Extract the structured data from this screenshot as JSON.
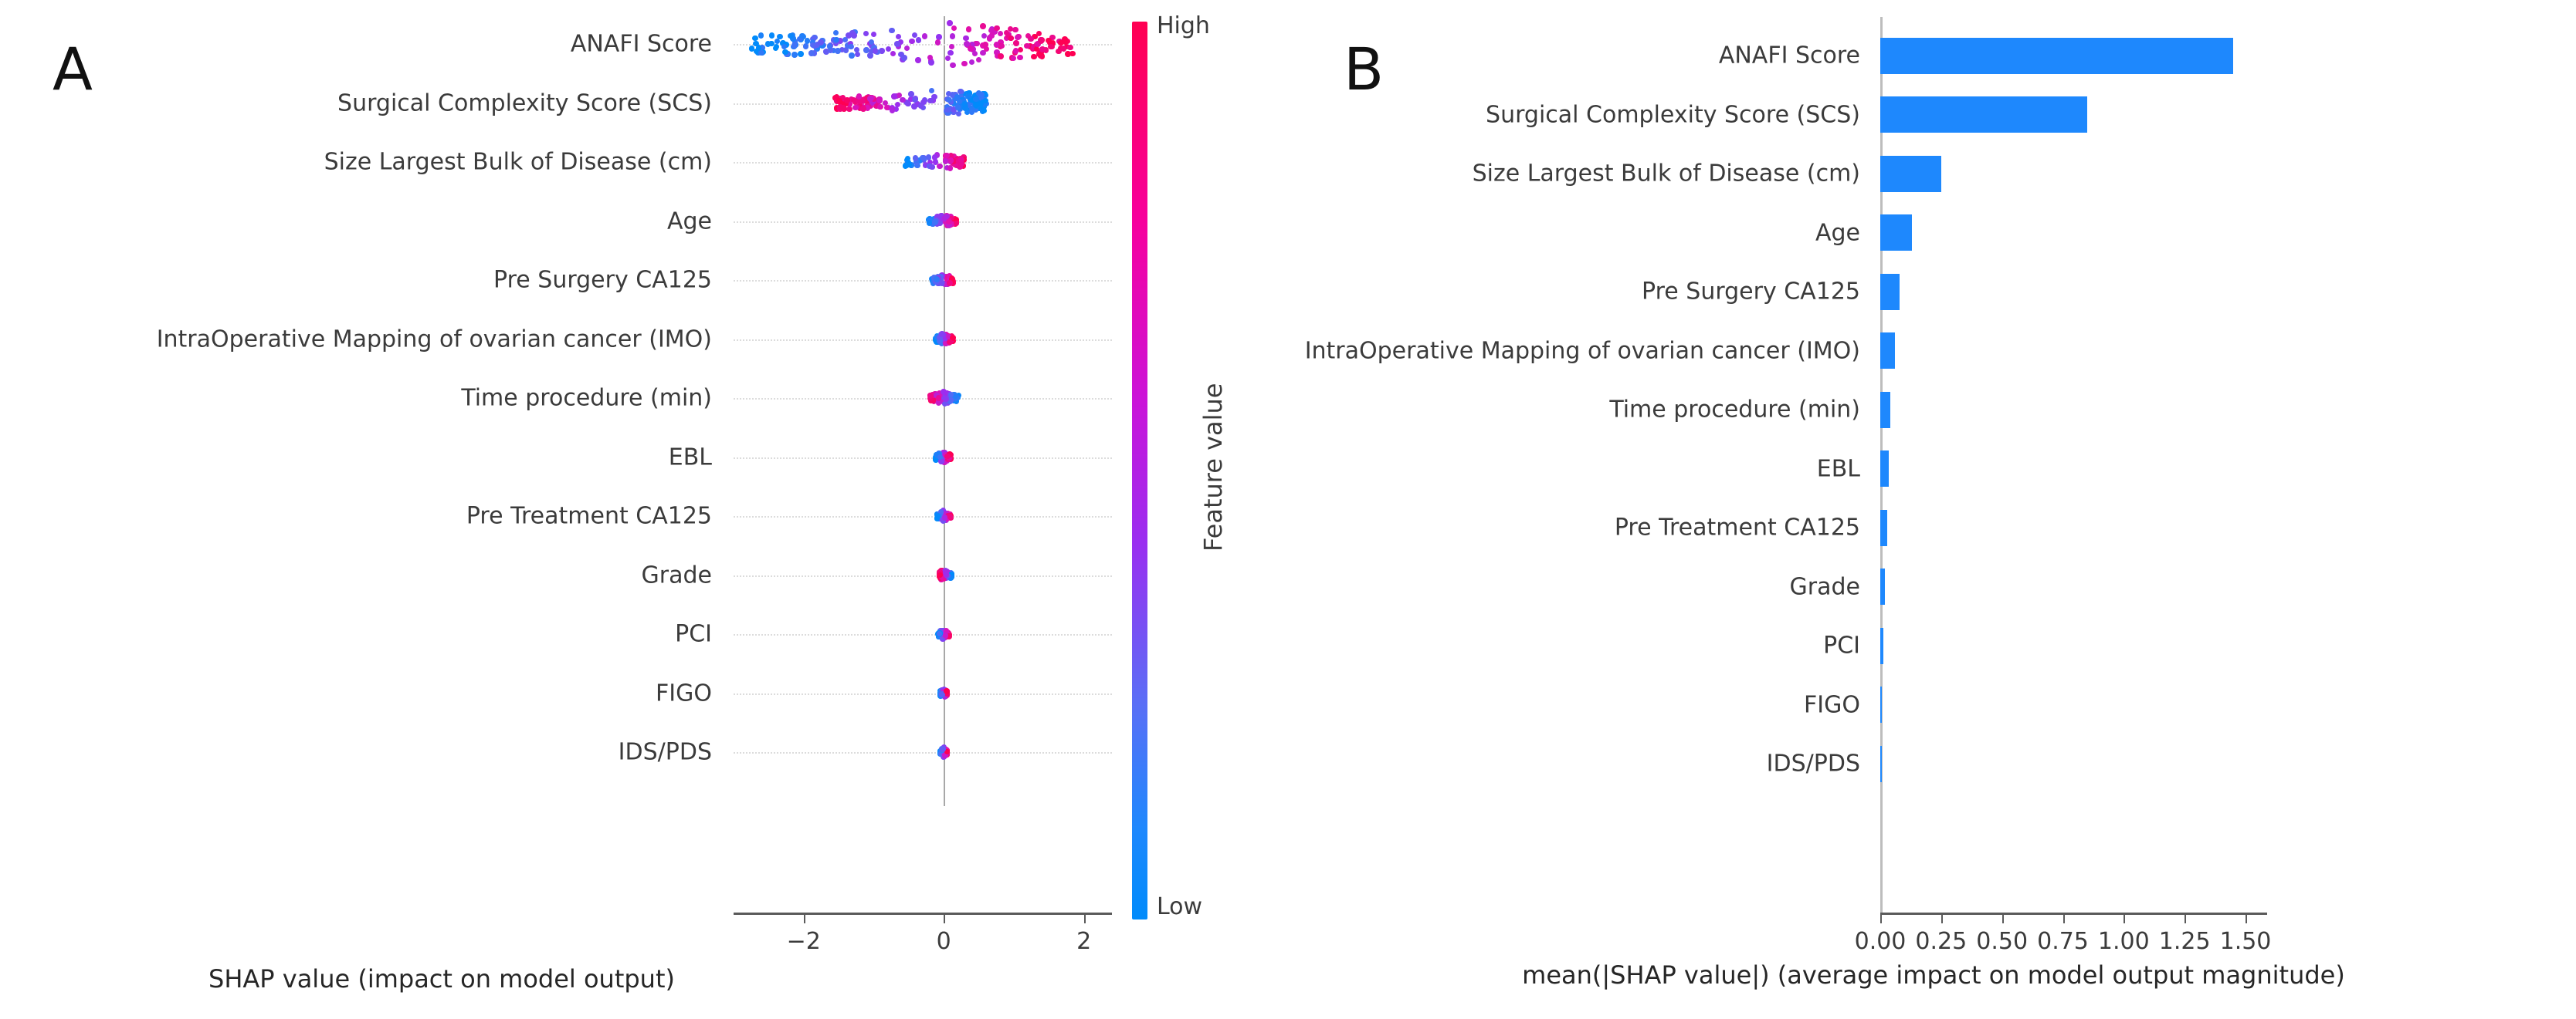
{
  "figure": {
    "panels": [
      {
        "letter": "A",
        "type": "beeswarm"
      },
      {
        "letter": "B",
        "type": "bar"
      }
    ]
  },
  "panelA": {
    "letter": "A",
    "xlabel": "SHAP value (impact on model output)",
    "xticks": [
      "−2",
      "0",
      "2"
    ],
    "xtick_values": [
      -2,
      0,
      2
    ],
    "colorbar": {
      "title": "Feature value",
      "high_label": "High",
      "low_label": "Low",
      "high_color": "#ff0052",
      "mid_color": "#a64ced",
      "low_color": "#008bfb"
    }
  },
  "panelB": {
    "letter": "B",
    "xlabel": "mean(|SHAP value|) (average impact on model output magnitude)",
    "xticks": [
      "0.00",
      "0.25",
      "0.50",
      "0.75",
      "1.00",
      "1.25",
      "1.50"
    ],
    "xtick_values": [
      0,
      0.25,
      0.5,
      0.75,
      1.0,
      1.25,
      1.5
    ],
    "bar_color": "#1E88FD"
  },
  "chart_data": [
    {
      "type": "scatter",
      "title": "A",
      "xlabel": "SHAP value (impact on model output)",
      "ylabel": "",
      "xlim": [
        -3.0,
        2.4
      ],
      "grid": true,
      "legend": "colorbar: Feature value (Low → High)",
      "categories": [
        "ANAFI Score",
        "Surgical Complexity Score (SCS)",
        "Size Largest Bulk of Disease (cm)",
        "Age",
        "Pre Surgery CA125",
        "IntraOperative Mapping of ovarian cancer (IMO)",
        "Time procedure (min)",
        "EBL",
        "Pre Treatment CA125",
        "Grade",
        "PCI",
        "FIGO",
        "IDS/PDS"
      ],
      "series": [
        {
          "name": "ANAFI Score",
          "x_spread": [
            -2.75,
            1.85
          ],
          "dominant_low_side": "negative",
          "dominant_high_side": "positive"
        },
        {
          "name": "Surgical Complexity Score (SCS)",
          "x_spread": [
            -1.55,
            0.62
          ],
          "dominant_low_side": "positive",
          "dominant_high_side": "negative"
        },
        {
          "name": "Size Largest Bulk of Disease (cm)",
          "x_spread": [
            -0.55,
            0.3
          ],
          "dominant_low_side": "negative",
          "dominant_high_side": "positive"
        },
        {
          "name": "Age",
          "x_spread": [
            -0.22,
            0.18
          ],
          "dominant_low_side": "negative",
          "dominant_high_side": "positive"
        },
        {
          "name": "Pre Surgery CA125",
          "x_spread": [
            -0.18,
            0.14
          ],
          "dominant_low_side": "negative",
          "dominant_high_side": "positive"
        },
        {
          "name": "IntraOperative Mapping of ovarian cancer (IMO)",
          "x_spread": [
            -0.12,
            0.14
          ],
          "dominant_low_side": "negative",
          "dominant_high_side": "positive"
        },
        {
          "name": "Time procedure (min)",
          "x_spread": [
            -0.2,
            0.22
          ],
          "dominant_low_side": "positive",
          "dominant_high_side": "negative"
        },
        {
          "name": "EBL",
          "x_spread": [
            -0.12,
            0.1
          ],
          "dominant_low_side": "negative",
          "dominant_high_side": "positive"
        },
        {
          "name": "Pre Treatment CA125",
          "x_spread": [
            -0.1,
            0.1
          ],
          "dominant_low_side": "negative",
          "dominant_high_side": "positive"
        },
        {
          "name": "Grade",
          "x_spread": [
            -0.06,
            0.12
          ],
          "dominant_low_side": "positive",
          "dominant_high_side": "negative"
        },
        {
          "name": "PCI",
          "x_spread": [
            -0.08,
            0.08
          ],
          "dominant_low_side": "negative",
          "dominant_high_side": "positive"
        },
        {
          "name": "FIGO",
          "x_spread": [
            -0.05,
            0.05
          ],
          "dominant_low_side": "negative",
          "dominant_high_side": "positive"
        },
        {
          "name": "IDS/PDS",
          "x_spread": [
            -0.05,
            0.05
          ],
          "dominant_low_side": "negative",
          "dominant_high_side": "positive"
        }
      ]
    },
    {
      "type": "bar",
      "title": "B",
      "xlabel": "mean(|SHAP value|) (average impact on model output magnitude)",
      "ylabel": "",
      "xlim": [
        0,
        1.55
      ],
      "grid": false,
      "orientation": "horizontal",
      "categories": [
        "ANAFI Score",
        "Surgical Complexity Score (SCS)",
        "Size Largest Bulk of Disease (cm)",
        "Age",
        "Pre Surgery CA125",
        "IntraOperative Mapping of ovarian cancer (IMO)",
        "Time procedure (min)",
        "EBL",
        "Pre Treatment CA125",
        "Grade",
        "PCI",
        "FIGO",
        "IDS/PDS"
      ],
      "values": [
        1.45,
        0.85,
        0.25,
        0.13,
        0.08,
        0.06,
        0.04,
        0.035,
        0.03,
        0.02,
        0.012,
        0.006,
        0.002
      ]
    }
  ]
}
